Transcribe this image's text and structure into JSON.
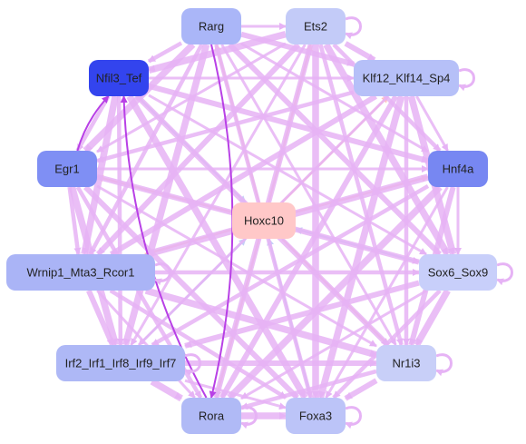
{
  "colors": {
    "edge_default": "#e6b3f5",
    "edge_pink": "#ffc2c2",
    "edge_blue": "#c4cff7",
    "edge_strong": "#b840e6",
    "label_on_dark": "#ffffff",
    "label_default": "#222222"
  },
  "nodes": [
    {
      "id": "rarg",
      "label": "Rarg",
      "fill": "#aab6f8"
    },
    {
      "id": "ets2",
      "label": "Ets2",
      "fill": "#c3cbf8"
    },
    {
      "id": "nfil3",
      "label": "Nfil3_Tef",
      "fill": "#3344ee"
    },
    {
      "id": "klf",
      "label": "Klf12_Klf14_Sp4",
      "fill": "#b6c0f8"
    },
    {
      "id": "egr1",
      "label": "Egr1",
      "fill": "#7f8ff4"
    },
    {
      "id": "hnf4a",
      "label": "Hnf4a",
      "fill": "#7787f2"
    },
    {
      "id": "hoxc10",
      "label": "Hoxc10",
      "fill": "#ffc8c8"
    },
    {
      "id": "wrnip1",
      "label": "Wrnip1_Mta3_Rcor1",
      "fill": "#aab4f6"
    },
    {
      "id": "sox6",
      "label": "Sox6_Sox9",
      "fill": "#c8cffa"
    },
    {
      "id": "irf",
      "label": "Irf2_Irf1_Irf8_Irf9_Irf7",
      "fill": "#aeb8f6"
    },
    {
      "id": "nr1i3",
      "label": "Nr1i3",
      "fill": "#c8cff8"
    },
    {
      "id": "rora",
      "label": "Rora",
      "fill": "#b0baf6"
    },
    {
      "id": "foxa3",
      "label": "Foxa3",
      "fill": "#bcc4f8"
    }
  ],
  "edges": [
    {
      "from": "hoxc10",
      "to": "rarg",
      "color": "pink"
    },
    {
      "from": "hoxc10",
      "to": "ets2",
      "color": "pink"
    },
    {
      "from": "hoxc10",
      "to": "klf",
      "color": "pink"
    },
    {
      "from": "hoxc10",
      "to": "egr1",
      "color": "pink"
    },
    {
      "from": "hoxc10",
      "to": "hnf4a",
      "color": "pink"
    },
    {
      "from": "hoxc10",
      "to": "wrnip1",
      "color": "pink"
    },
    {
      "from": "hoxc10",
      "to": "nr1i3",
      "color": "pink"
    },
    {
      "from": "hoxc10",
      "to": "rora",
      "color": "pink"
    },
    {
      "from": "nfil3",
      "to": "hoxc10",
      "color": "blue"
    },
    {
      "from": "sox6",
      "to": "hoxc10",
      "color": "blue"
    },
    {
      "from": "foxa3",
      "to": "hoxc10",
      "color": "blue"
    },
    {
      "from": "irf",
      "to": "hoxc10",
      "color": "blue"
    },
    {
      "from": "rarg",
      "to": "ets2"
    },
    {
      "from": "rarg",
      "to": "nfil3"
    },
    {
      "from": "rarg",
      "to": "klf"
    },
    {
      "from": "rarg",
      "to": "egr1"
    },
    {
      "from": "rarg",
      "to": "hnf4a"
    },
    {
      "from": "rarg",
      "to": "wrnip1"
    },
    {
      "from": "rarg",
      "to": "sox6"
    },
    {
      "from": "rarg",
      "to": "irf"
    },
    {
      "from": "rarg",
      "to": "nr1i3"
    },
    {
      "from": "rarg",
      "to": "foxa3"
    },
    {
      "from": "ets2",
      "to": "klf"
    },
    {
      "from": "ets2",
      "to": "nfil3"
    },
    {
      "from": "ets2",
      "to": "egr1"
    },
    {
      "from": "ets2",
      "to": "hnf4a"
    },
    {
      "from": "ets2",
      "to": "wrnip1"
    },
    {
      "from": "ets2",
      "to": "sox6"
    },
    {
      "from": "ets2",
      "to": "irf"
    },
    {
      "from": "ets2",
      "to": "nr1i3"
    },
    {
      "from": "ets2",
      "to": "rora"
    },
    {
      "from": "ets2",
      "to": "foxa3"
    },
    {
      "from": "nfil3",
      "to": "klf"
    },
    {
      "from": "nfil3",
      "to": "egr1"
    },
    {
      "from": "nfil3",
      "to": "hnf4a"
    },
    {
      "from": "nfil3",
      "to": "wrnip1"
    },
    {
      "from": "nfil3",
      "to": "sox6"
    },
    {
      "from": "nfil3",
      "to": "irf"
    },
    {
      "from": "nfil3",
      "to": "nr1i3"
    },
    {
      "from": "nfil3",
      "to": "foxa3"
    },
    {
      "from": "klf",
      "to": "hnf4a"
    },
    {
      "from": "klf",
      "to": "egr1"
    },
    {
      "from": "klf",
      "to": "wrnip1"
    },
    {
      "from": "klf",
      "to": "sox6"
    },
    {
      "from": "klf",
      "to": "irf"
    },
    {
      "from": "klf",
      "to": "nr1i3"
    },
    {
      "from": "klf",
      "to": "rora"
    },
    {
      "from": "klf",
      "to": "foxa3"
    },
    {
      "from": "egr1",
      "to": "hnf4a"
    },
    {
      "from": "egr1",
      "to": "wrnip1"
    },
    {
      "from": "egr1",
      "to": "sox6"
    },
    {
      "from": "egr1",
      "to": "irf"
    },
    {
      "from": "egr1",
      "to": "nr1i3"
    },
    {
      "from": "egr1",
      "to": "rora"
    },
    {
      "from": "egr1",
      "to": "foxa3"
    },
    {
      "from": "hnf4a",
      "to": "wrnip1"
    },
    {
      "from": "hnf4a",
      "to": "sox6"
    },
    {
      "from": "hnf4a",
      "to": "irf"
    },
    {
      "from": "hnf4a",
      "to": "nr1i3"
    },
    {
      "from": "hnf4a",
      "to": "rora"
    },
    {
      "from": "hnf4a",
      "to": "foxa3"
    },
    {
      "from": "wrnip1",
      "to": "sox6"
    },
    {
      "from": "wrnip1",
      "to": "irf"
    },
    {
      "from": "wrnip1",
      "to": "nr1i3"
    },
    {
      "from": "wrnip1",
      "to": "rora"
    },
    {
      "from": "wrnip1",
      "to": "foxa3"
    },
    {
      "from": "sox6",
      "to": "irf"
    },
    {
      "from": "sox6",
      "to": "nr1i3"
    },
    {
      "from": "sox6",
      "to": "rora"
    },
    {
      "from": "sox6",
      "to": "foxa3"
    },
    {
      "from": "irf",
      "to": "nr1i3"
    },
    {
      "from": "irf",
      "to": "rora"
    },
    {
      "from": "irf",
      "to": "foxa3"
    },
    {
      "from": "nr1i3",
      "to": "rora"
    },
    {
      "from": "nr1i3",
      "to": "foxa3"
    },
    {
      "from": "rora",
      "to": "foxa3"
    },
    {
      "from": "rora",
      "to": "nfil3",
      "color": "strong"
    },
    {
      "from": "egr1",
      "to": "nfil3",
      "color": "strong"
    },
    {
      "from": "rarg",
      "to": "rora",
      "color": "strong"
    }
  ],
  "self_loops": [
    "ets2",
    "sox6",
    "nr1i3",
    "rora",
    "foxa3",
    "irf",
    "wrnip1",
    "klf"
  ]
}
